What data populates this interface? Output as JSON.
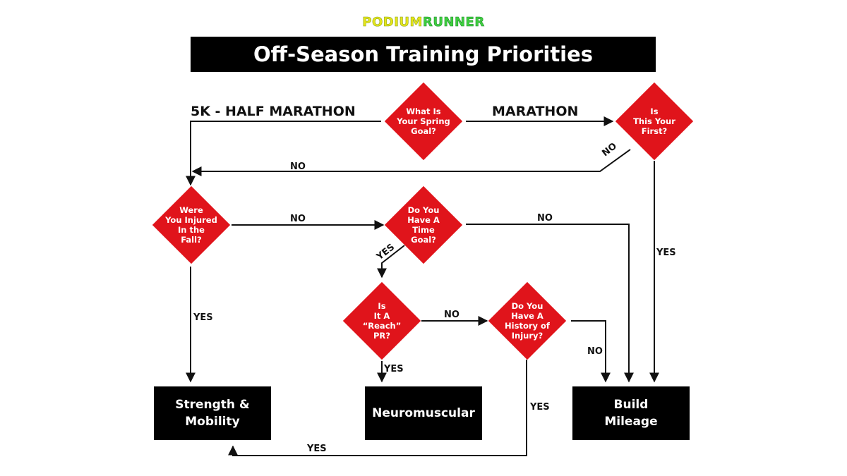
{
  "brand": {
    "part1": "PODIUM",
    "part2": "RUNNER",
    "color1": "#e6e61a",
    "color2": "#3fcf3f"
  },
  "title": "Off-Season Training Priorities",
  "colors": {
    "decision": "#e0141b",
    "outcome": "#000000",
    "line": "#111111"
  },
  "decisions": {
    "spring_goal": "What Is\nYour Spring\nGoal?",
    "first_marathon": "Is\nThis Your\nFirst?",
    "injured_fall": "Were\nYou Injured\nIn the\nFall?",
    "time_goal": "Do You\nHave A\nTime\nGoal?",
    "reach_pr": "Is\nIt A\n“Reach”\nPR?",
    "injury_history": "Do You\nHave A\nHistory of\nInjury?"
  },
  "outcomes": {
    "strength": "Strength &\nMobility",
    "neuromuscular": "Neuromuscular",
    "mileage": "Build\nMileage"
  },
  "branch_labels": {
    "half": "5K - HALF MARATHON",
    "marathon": "MARATHON"
  },
  "edge_labels": {
    "first_no_diag": "NO",
    "first_no_long": "NO",
    "first_yes": "YES",
    "injured_no": "NO",
    "injured_yes": "YES",
    "time_no": "NO",
    "time_yes": "YES",
    "reach_no": "NO",
    "reach_yes": "YES",
    "history_no": "NO",
    "history_yes": "YES",
    "history_yes_bottom": "YES"
  }
}
